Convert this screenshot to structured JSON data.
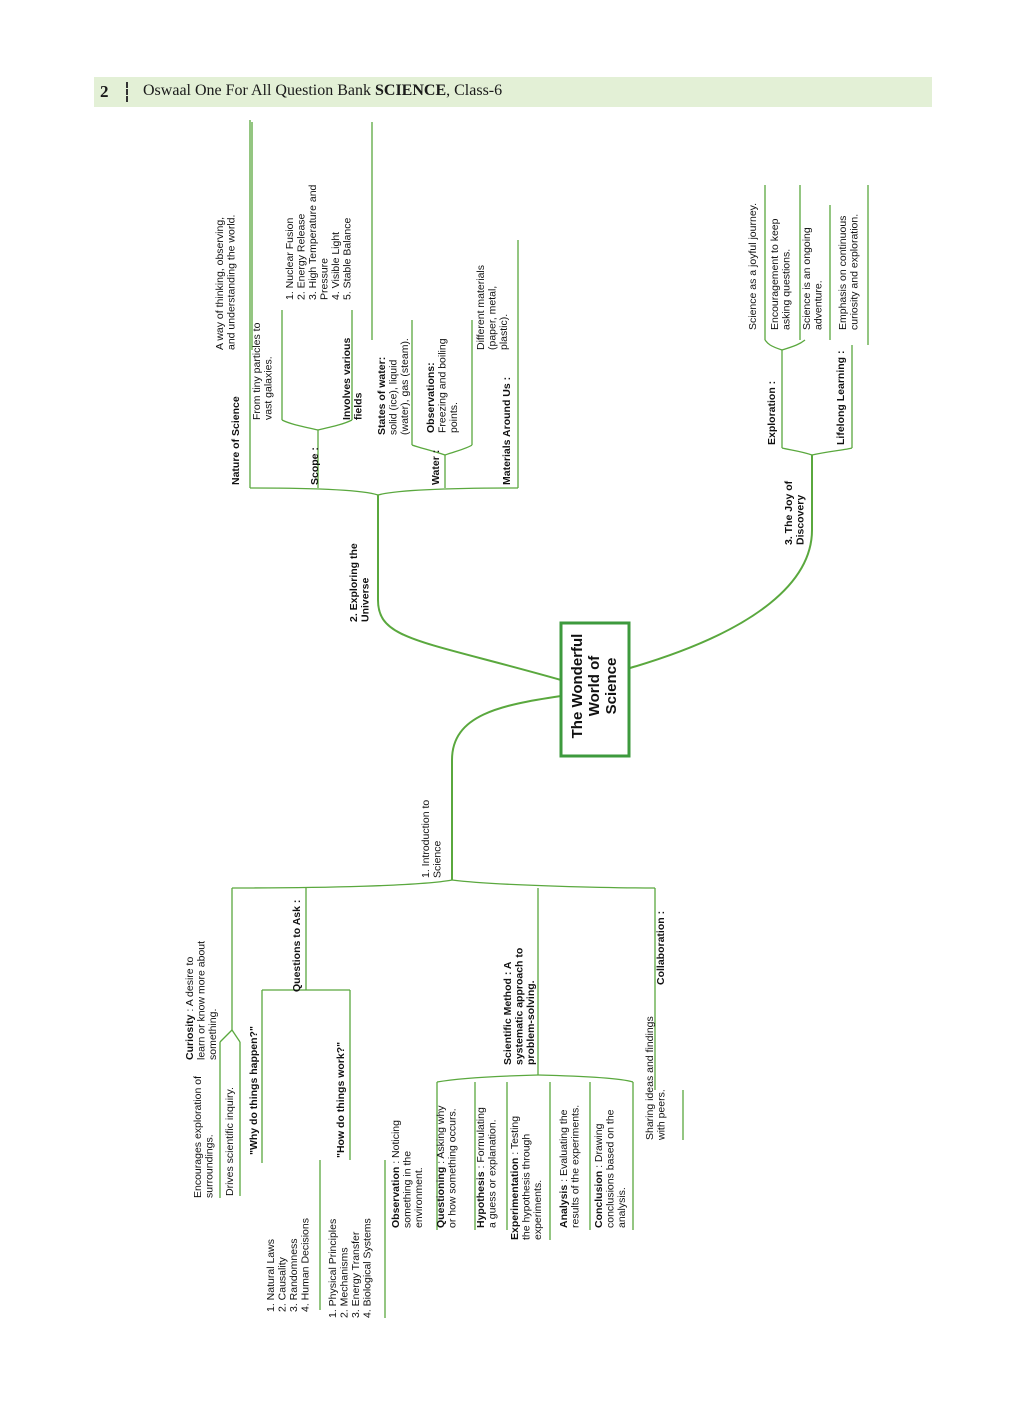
{
  "header": {
    "page_number": "2",
    "title_pre": "Oswaal One For All Question Bank ",
    "title_bold": "SCIENCE",
    "title_post": ", Class-6"
  },
  "colors": {
    "branch": "#5aa83e",
    "header_bg": "#e3f0d6",
    "center_border": "#3d9a3d"
  },
  "center": {
    "lines": [
      "The Wonderful",
      "World of",
      "Science"
    ]
  },
  "b1": {
    "title": [
      "1. Introduction to",
      "Science"
    ],
    "curiosity": {
      "lines": [
        [
          {
            "t": "Curiosity",
            "b": true
          },
          {
            "t": " : A desire to"
          }
        ],
        [
          {
            "t": "learn or know more about"
          }
        ],
        [
          {
            "t": "something."
          }
        ]
      ],
      "encourages": [
        "Encourages exploration of",
        "surroundings."
      ],
      "drives": [
        "Drives scientific inquiry."
      ]
    },
    "questions": {
      "label": "Questions to Ask :",
      "why": "\"Why do things happen?\"",
      "why_list": [
        "1. Natural Laws",
        "2. Causality",
        "3. Randomness",
        "4. Human Decisions"
      ],
      "how": "\"How do things work?\"",
      "how_list": [
        "1. Physical Principles",
        "2. Mechanisms",
        "3. Energy Transfer",
        "4. Biological Systems"
      ]
    },
    "method": {
      "label": [
        "Scientific Method : A",
        "systematic approach to",
        "problem-solving."
      ],
      "steps": [
        [
          [
            {
              "t": "Observation",
              "b": true
            },
            {
              "t": " : Noticing"
            }
          ],
          [
            {
              "t": "something in the"
            }
          ],
          [
            {
              "t": "environment."
            }
          ]
        ],
        [
          [
            {
              "t": "Questioning",
              "b": true
            },
            {
              "t": " : Asking why"
            }
          ],
          [
            {
              "t": "or how something occurs."
            }
          ]
        ],
        [
          [
            {
              "t": "Hypothesis",
              "b": true
            },
            {
              "t": " : Formulating"
            }
          ],
          [
            {
              "t": "a guess or explanation."
            }
          ]
        ],
        [
          [
            {
              "t": "Experimentation",
              "b": true
            },
            {
              "t": " : Testing"
            }
          ],
          [
            {
              "t": "the hypothesis through"
            }
          ],
          [
            {
              "t": "experiments."
            }
          ]
        ],
        [
          [
            {
              "t": "Analysis",
              "b": true
            },
            {
              "t": " : Evaluating the"
            }
          ],
          [
            {
              "t": "results of the experiments."
            }
          ]
        ],
        [
          [
            {
              "t": "Conclusion",
              "b": true
            },
            {
              "t": " : Drawing"
            }
          ],
          [
            {
              "t": "conclusions based on the"
            }
          ],
          [
            {
              "t": "analysis."
            }
          ]
        ]
      ]
    },
    "collaboration": {
      "label": "Collaboration :",
      "desc": [
        "Sharing ideas and findings",
        "with peers."
      ]
    }
  },
  "b2": {
    "title": [
      "2. Exploring the",
      "Universe"
    ],
    "nature": {
      "label": "Nature of Science",
      "desc": [
        "A way of thinking, observing,",
        "and understanding the world."
      ]
    },
    "scope": {
      "label": "Scope :",
      "particles": [
        "From tiny particles to",
        "vast galaxies."
      ],
      "fields": [
        "Involves various",
        "fields"
      ],
      "fields_list": [
        "1. Nuclear Fusion",
        "2. Energy Release",
        "3. High Temperature and",
        "Pressure",
        "4. Visible Light",
        "5. Stable Balance"
      ]
    },
    "water": {
      "label": "Water :",
      "states": [
        [
          {
            "t": "States of water:",
            "b": true
          }
        ],
        [
          {
            "t": "solid (ice), liquid"
          }
        ],
        [
          {
            "t": "(water), gas (steam)."
          }
        ]
      ],
      "observations": [
        [
          {
            "t": "Observations:",
            "b": true
          }
        ],
        [
          {
            "t": "Freezing and boiling"
          }
        ],
        [
          {
            "t": "points."
          }
        ]
      ]
    },
    "materials": {
      "label": "Materials Around Us :",
      "desc": [
        "Different materials",
        "(paper, metal,",
        "plastic)."
      ]
    }
  },
  "b3": {
    "title": [
      "3. The Joy of",
      "Discovery"
    ],
    "exploration": {
      "label": "Exploration :",
      "items": [
        [
          "Science as a joyful journey."
        ],
        [
          "Encouragement to keep",
          "asking questions."
        ],
        [
          "Science is an ongoing",
          "adventure."
        ]
      ]
    },
    "lifelong": {
      "label": "Lifelong Learning :",
      "desc": [
        "Emphasis on continuous",
        "curiosity and exploration."
      ]
    }
  }
}
